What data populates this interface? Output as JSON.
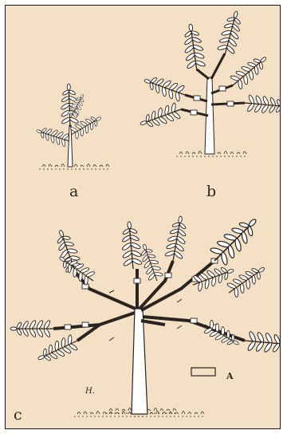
{
  "labels": {
    "a": "a",
    "b": "b",
    "c": "c",
    "legend": "A",
    "signature": "H."
  },
  "colors": {
    "paper": "#f4e0c4",
    "ink": "#2a2420"
  },
  "icons": [
    "sapling-a-illustration",
    "sapling-b-illustration",
    "tree-c-illustration",
    "graft-band-legend-icon"
  ]
}
